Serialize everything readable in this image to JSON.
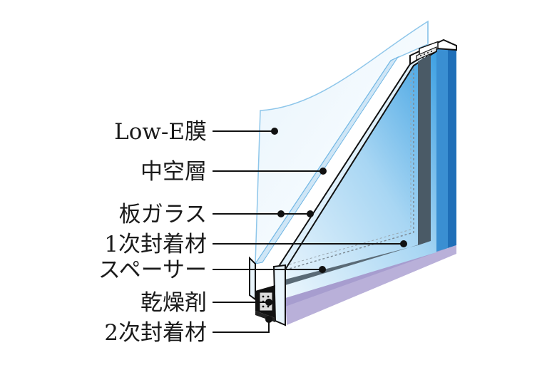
{
  "labels": {
    "low_e": "Low-E膜",
    "hollow_layer": "中空層",
    "sheet_glass": "板ガラス",
    "primary_sealant": "1次封着材",
    "spacer": "スペーサー",
    "desiccant": "乾燥剤",
    "secondary_sealant": "2次封着材"
  },
  "colors": {
    "glass_blue": "#3a9ee0",
    "glass_light": "#d3eaf8",
    "glass_edge": "#6fb6e4",
    "sealant_purple": "#b9b0d9",
    "spacer_gray": "#4a5a66",
    "frame_black": "#111111"
  }
}
